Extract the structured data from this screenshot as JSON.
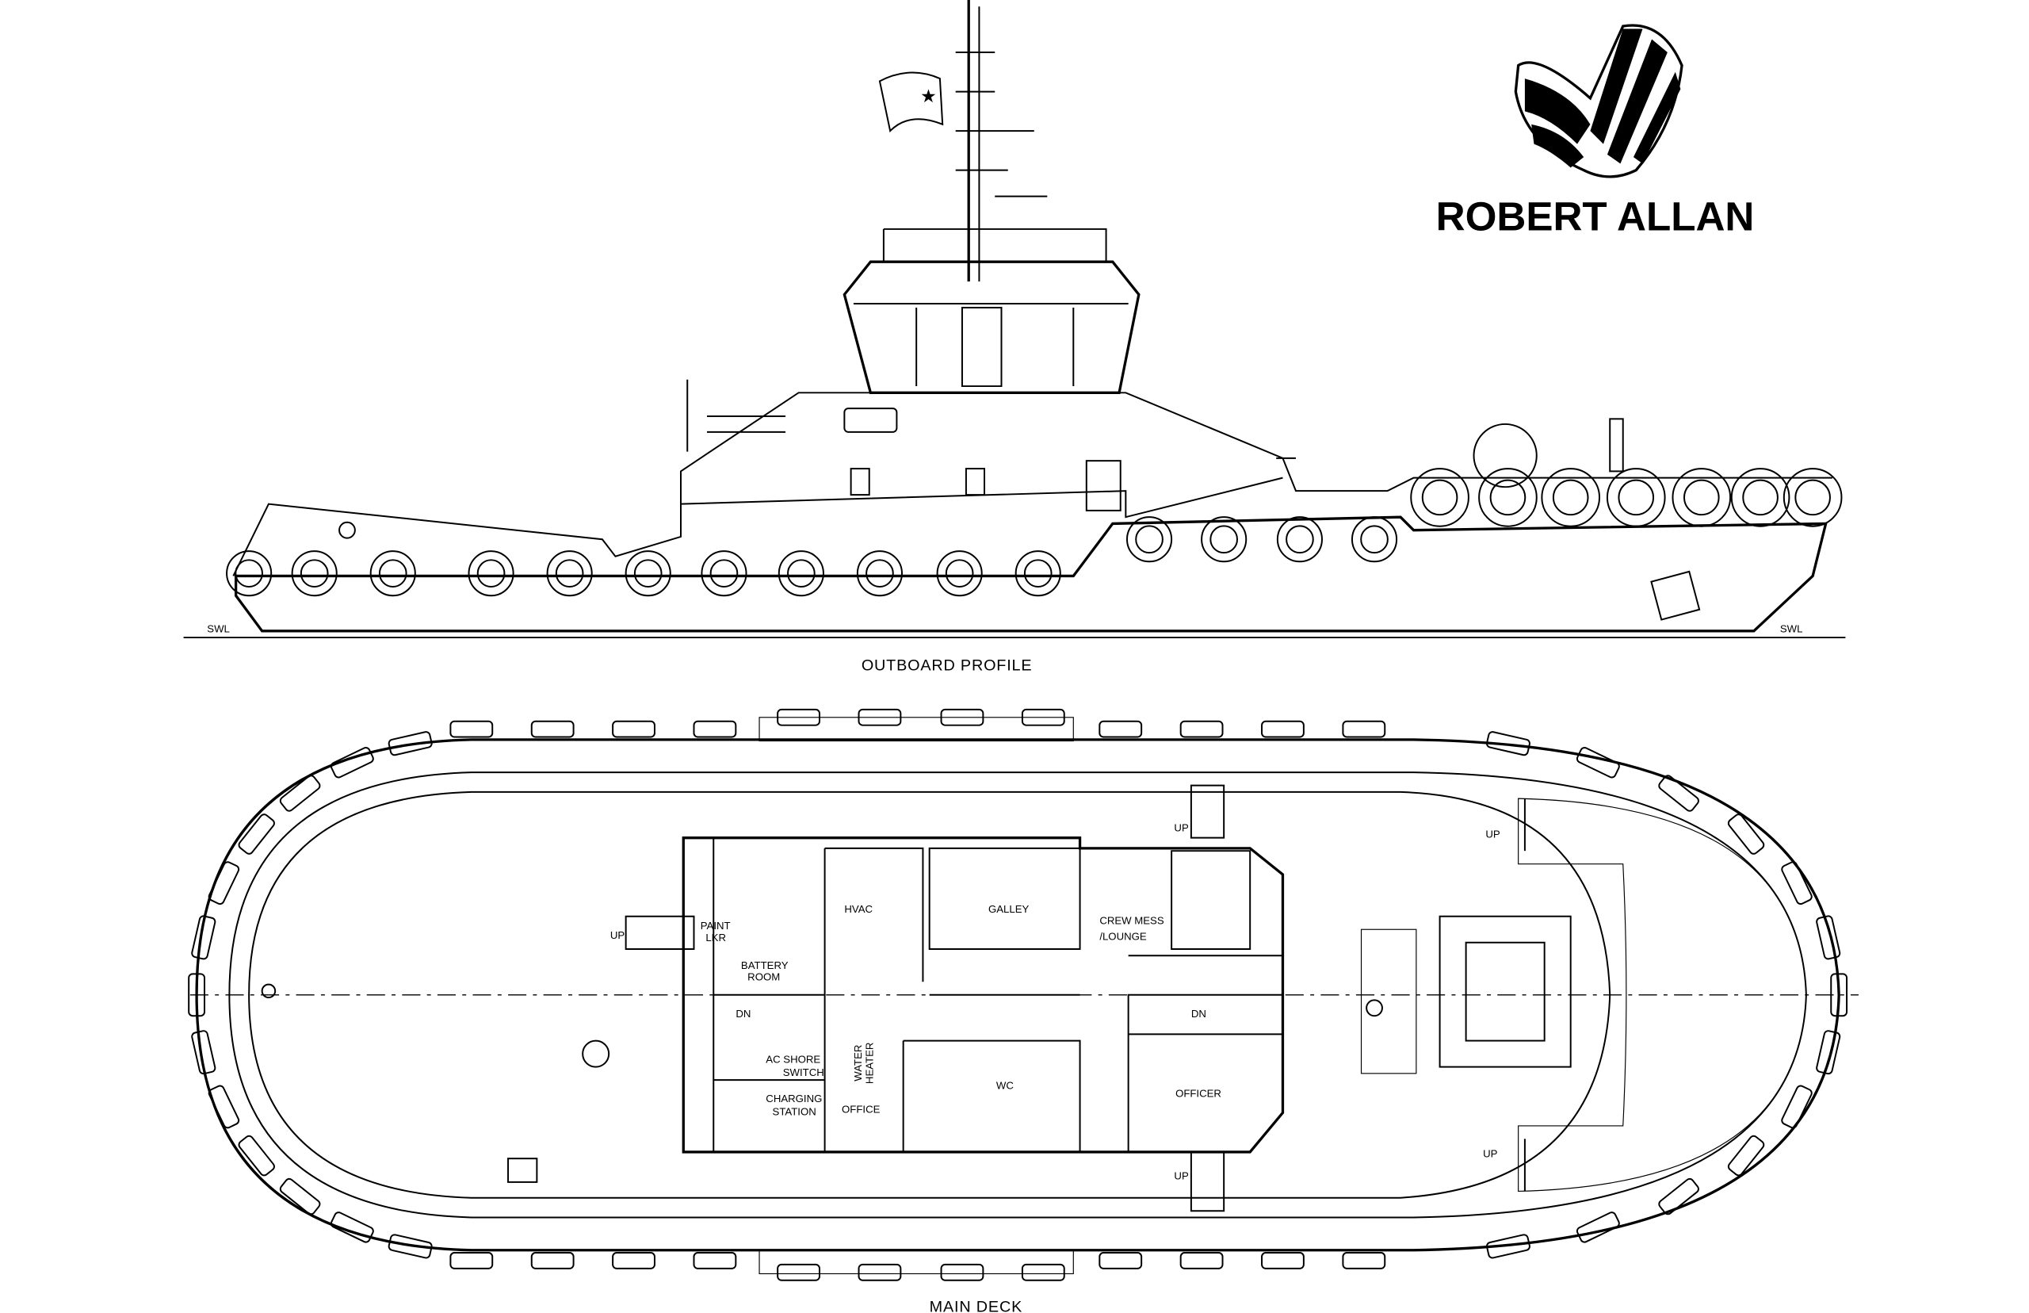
{
  "brand": {
    "name": "ROBERT ALLAN"
  },
  "profile": {
    "title": "OUTBOARD PROFILE",
    "swl_left": "SWL",
    "swl_right": "SWL"
  },
  "deck": {
    "title": "MAIN DECK",
    "rooms": {
      "paint": "PAINT",
      "lkr": "LKR",
      "battery": "BATTERY",
      "room": "ROOM",
      "hvac": "HVAC",
      "galley": "GALLEY",
      "crew": "CREW MESS",
      "lounge": "/LOUNGE",
      "ac": "AC SHORE",
      "switch": "SWITCH",
      "water": "WATER",
      "heater": "HEATER",
      "charging": "CHARGING",
      "station": "STATION",
      "office": "OFFICE",
      "wc": "WC",
      "officer": "OFFICER"
    },
    "stairs": {
      "up1": "UP",
      "up2": "UP",
      "up3": "UP",
      "up4": "UP",
      "up5": "UP",
      "dn1": "DN",
      "dn2": "DN"
    }
  }
}
